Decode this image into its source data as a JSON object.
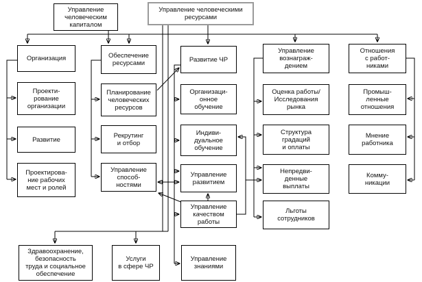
{
  "labels": {
    "hc": "Управление\nчеловеческим\nкапиталом",
    "hr": "Управление человеческими\nресурсами",
    "c1b1": "Организация",
    "c1b2": "Проекти-\nрование\nорганизации",
    "c1b3": "Развитие",
    "c1b4": "Проектирова-\nние рабочих\nмест и ролей",
    "c2b1": "Обеспечение\nресурсами",
    "c2b2": "Планирование\nчеловеческих\nресурсов",
    "c2b3": "Рекрутинг\nи отбор",
    "c2b4": "Управление\nспособ-\nностями",
    "c3b1": "Развитие ЧР",
    "c3b2": "Организаци-\nонное\nобучение",
    "c3b3": "Индиви-\nдуальное\nобучение",
    "c3b4": "Управление\nразвитием",
    "c3b5": "Управление\nкачеством\nработы",
    "c4b1": "Управление\nвознаграж-\nдением",
    "c4b2": "Оценка работы/\nИсследования\nрынка",
    "c4b3": "Структура\nградаций\nи оплаты",
    "c4b4": "Непредви-\nденные\nвыплаты",
    "c4b5": "Льготы\nсотрудников",
    "c5b1": "Отношения\nс работ-\nниками",
    "c5b2": "Промыш-\nленные\nотношения",
    "c5b3": "Мнение\nработника",
    "c5b4": "Комму-\nникации",
    "bb1": "Здравоохранение,\nбезопасность\nтруда и социальное\nобеспечение",
    "bb2": "Услуги\nв сфере ЧР",
    "bb3": "Управление\nзнаниями"
  },
  "colors": {
    "line": "#000000",
    "box_border": "#000000",
    "box_background": "#ffffff",
    "hr_box_border": "#9a9a9a",
    "page_background": "#ffffff"
  }
}
